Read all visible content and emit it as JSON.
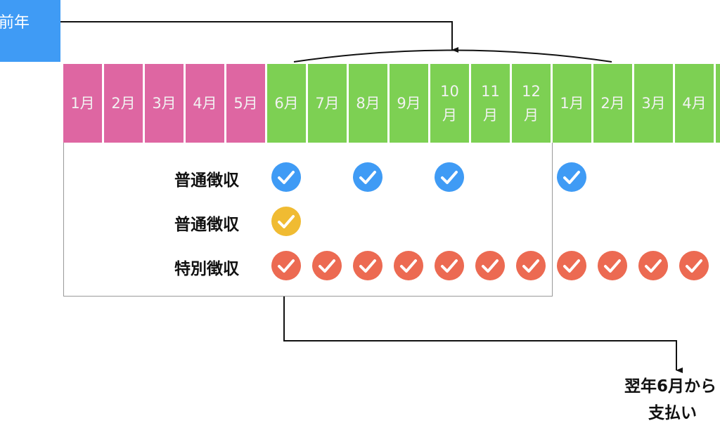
{
  "previous_year_label": "前年",
  "months": [
    {
      "label": "1月",
      "period": "prev"
    },
    {
      "label": "2月",
      "period": "prev"
    },
    {
      "label": "3月",
      "period": "prev"
    },
    {
      "label": "4月",
      "period": "prev"
    },
    {
      "label": "5月",
      "period": "prev"
    },
    {
      "label": "6月",
      "period": "fiscal"
    },
    {
      "label": "7月",
      "period": "fiscal"
    },
    {
      "label": "8月",
      "period": "fiscal"
    },
    {
      "label": "9月",
      "period": "fiscal"
    },
    {
      "label": "10月",
      "period": "fiscal"
    },
    {
      "label": "11月",
      "period": "fiscal"
    },
    {
      "label": "12月",
      "period": "fiscal"
    },
    {
      "label": "1月",
      "period": "fiscal"
    },
    {
      "label": "2月",
      "period": "fiscal"
    },
    {
      "label": "3月",
      "period": "fiscal"
    },
    {
      "label": "4月",
      "period": "fiscal"
    },
    {
      "label": "",
      "period": "fiscal"
    }
  ],
  "rows": [
    {
      "label": "普通徴収",
      "color": "#3f9bf5",
      "months": [
        5,
        7,
        9,
        12
      ]
    },
    {
      "label": "普通徴収",
      "color": "#f0bb32",
      "months": [
        5
      ]
    },
    {
      "label": "特別徴収",
      "color": "#ec6a52",
      "months": [
        5,
        6,
        7,
        8,
        9,
        10,
        11,
        12,
        13,
        14,
        15
      ]
    }
  ],
  "note": {
    "line1": "翌年6月から",
    "line2": "支払い"
  },
  "colors": {
    "prev": "#de66a2",
    "fiscal": "#7dd053"
  }
}
